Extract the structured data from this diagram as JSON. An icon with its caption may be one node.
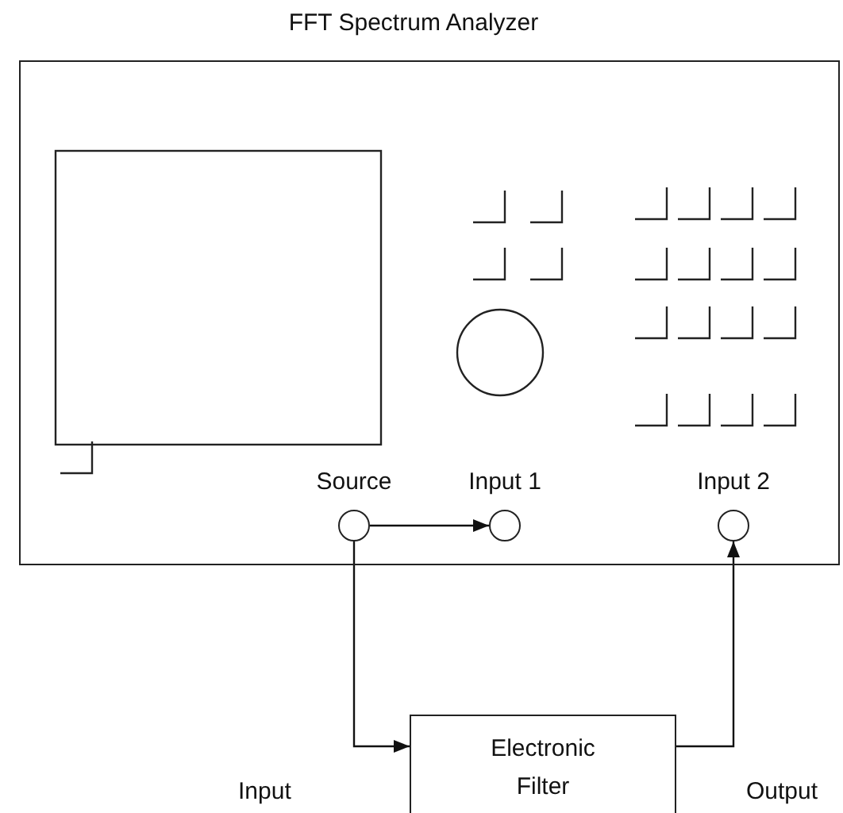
{
  "diagram": {
    "nodes": [
      {
        "text": [
          "FFT Spectrum Analyzer"
        ]
      },
      {
        "text": [
          "Source"
        ],
        "in": 0
      },
      {
        "text": [
          "Input 1"
        ],
        "in": 0
      },
      {
        "text": [
          "Input 2"
        ],
        "in": 0
      },
      {
        "text": [
          "Electronic Filter"
        ]
      }
    ],
    "labels": [
      "Input",
      "Output"
    ],
    "edges": [
      {
        "from": 1,
        "to": 2,
        "arrow": "to"
      },
      {
        "from": 1,
        "to": 4,
        "arrow": "to"
      },
      {
        "from": 4,
        "to": 3,
        "arrow": "to"
      }
    ]
  }
}
